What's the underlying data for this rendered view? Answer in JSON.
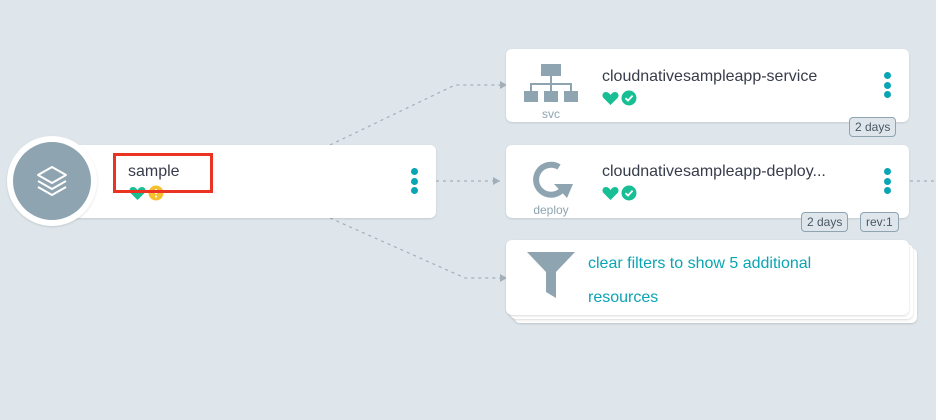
{
  "app_node": {
    "name": "sample",
    "icon": "layers-icon",
    "health": "healthy",
    "sync": "out-of-sync"
  },
  "service_node": {
    "name": "cloudnativesampleapp-service",
    "kind": "svc",
    "icon": "network-icon",
    "health": "healthy",
    "sync": "synced",
    "tags": [
      "2 days"
    ]
  },
  "deploy_node": {
    "name": "cloudnativesampleapp-deploy...",
    "kind": "deploy",
    "icon": "rotate-icon",
    "health": "healthy",
    "sync": "synced",
    "tags": [
      "2 days",
      "rev:1"
    ]
  },
  "filter_node": {
    "text": "clear filters to show 5 additional resources",
    "icon": "filter-icon"
  },
  "colors": {
    "background": "#dee6eb",
    "accent": "#0aa5b4",
    "healthy": "#18be94",
    "synced": "#18be94",
    "out_of_sync": "#f4c030",
    "highlight": "#ea3323",
    "icon_gray": "#8fa4b1"
  }
}
